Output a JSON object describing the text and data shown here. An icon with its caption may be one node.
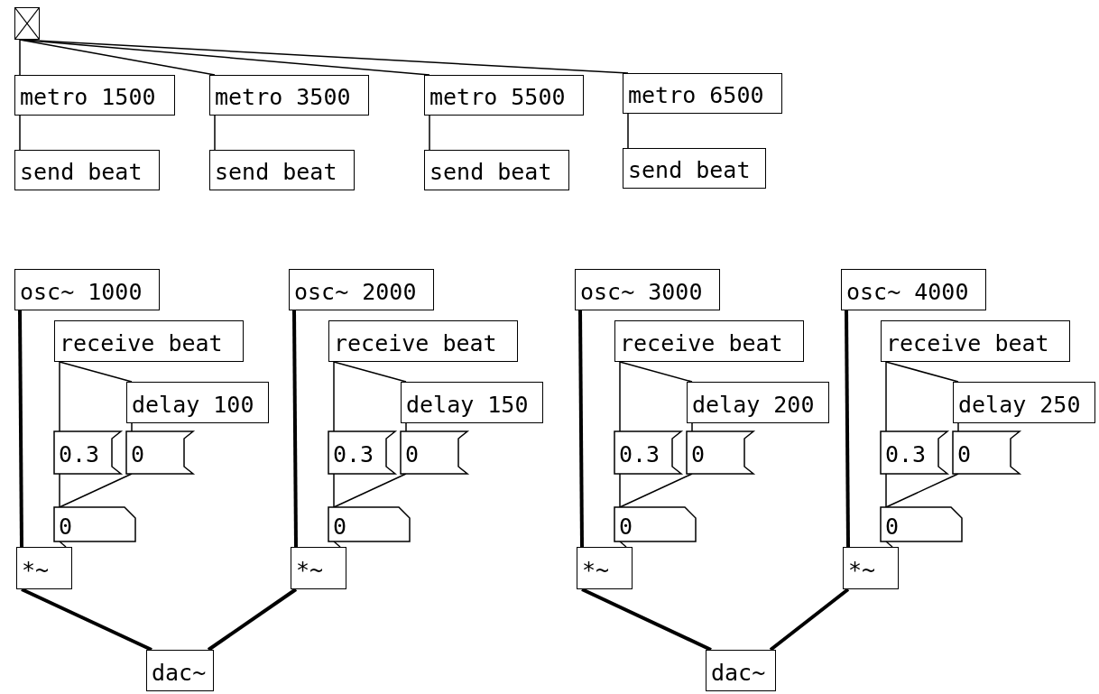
{
  "diagram": {
    "nodes": [
      {
        "text": [],
        "shape": "box"
      },
      {
        "text": [
          "metro 1500"
        ]
      },
      {
        "text": [
          "metro 3500"
        ]
      },
      {
        "text": [
          "metro 5500"
        ]
      },
      {
        "text": [
          "metro 6500"
        ]
      },
      {
        "text": [
          "send beat"
        ]
      },
      {
        "text": [
          "send beat"
        ]
      },
      {
        "text": [
          "send beat"
        ]
      },
      {
        "text": [
          "send beat"
        ]
      },
      {
        "text": [
          "osc~ 1000"
        ]
      },
      {
        "text": [
          "receive beat"
        ]
      },
      {
        "text": [
          "delay 100"
        ]
      },
      {
        "text": [
          "0.3"
        ]
      },
      {
        "text": [
          "0"
        ]
      },
      {
        "text": [
          "0"
        ]
      },
      {
        "text": [
          "*~"
        ]
      },
      {
        "text": [
          "osc~ 2000"
        ]
      },
      {
        "text": [
          "receive beat"
        ]
      },
      {
        "text": [
          "delay 150"
        ]
      },
      {
        "text": [
          "0.3"
        ]
      },
      {
        "text": [
          "0"
        ]
      },
      {
        "text": [
          "0"
        ]
      },
      {
        "text": [
          "*~"
        ]
      },
      {
        "text": [
          "osc~ 3000"
        ]
      },
      {
        "text": [
          "receive beat"
        ]
      },
      {
        "text": [
          "delay 200"
        ]
      },
      {
        "text": [
          "0.3"
        ]
      },
      {
        "text": [
          "0"
        ]
      },
      {
        "text": [
          "0"
        ]
      },
      {
        "text": [
          "*~"
        ]
      },
      {
        "text": [
          "osc~ 4000"
        ]
      },
      {
        "text": [
          "receive beat"
        ]
      },
      {
        "text": [
          "delay 250"
        ]
      },
      {
        "text": [
          "0.3"
        ]
      },
      {
        "text": [
          "0"
        ]
      },
      {
        "text": [
          "0"
        ]
      },
      {
        "text": [
          "*~"
        ]
      },
      {
        "text": [
          "dac~"
        ]
      },
      {
        "text": [
          "dac~"
        ]
      }
    ],
    "edges": [
      {
        "from": 0,
        "to": 1,
        "arrow": "none"
      },
      {
        "from": 0,
        "to": 2,
        "arrow": "none"
      },
      {
        "from": 0,
        "to": 3,
        "arrow": "none"
      },
      {
        "from": 0,
        "to": 4,
        "arrow": "none"
      },
      {
        "from": 1,
        "to": 5,
        "arrow": "none"
      },
      {
        "from": 2,
        "to": 6,
        "arrow": "none"
      },
      {
        "from": 3,
        "to": 7,
        "arrow": "none"
      },
      {
        "from": 4,
        "to": 8,
        "arrow": "none"
      },
      {
        "from": 9,
        "to": 15,
        "arrow": "none",
        "style": "thick"
      },
      {
        "from": 10,
        "to": 12,
        "arrow": "none"
      },
      {
        "from": 10,
        "to": 11,
        "arrow": "none"
      },
      {
        "from": 11,
        "to": 13,
        "arrow": "none"
      },
      {
        "from": 12,
        "to": 14,
        "arrow": "none"
      },
      {
        "from": 13,
        "to": 14,
        "arrow": "none"
      },
      {
        "from": 14,
        "to": 15,
        "arrow": "none"
      },
      {
        "from": 15,
        "to": 37,
        "arrow": "none",
        "style": "thick"
      },
      {
        "from": 16,
        "to": 22,
        "arrow": "none",
        "style": "thick"
      },
      {
        "from": 17,
        "to": 19,
        "arrow": "none"
      },
      {
        "from": 17,
        "to": 18,
        "arrow": "none"
      },
      {
        "from": 18,
        "to": 20,
        "arrow": "none"
      },
      {
        "from": 19,
        "to": 21,
        "arrow": "none"
      },
      {
        "from": 20,
        "to": 21,
        "arrow": "none"
      },
      {
        "from": 21,
        "to": 22,
        "arrow": "none"
      },
      {
        "from": 22,
        "to": 37,
        "arrow": "none",
        "style": "thick"
      },
      {
        "from": 23,
        "to": 29,
        "arrow": "none",
        "style": "thick"
      },
      {
        "from": 24,
        "to": 26,
        "arrow": "none"
      },
      {
        "from": 24,
        "to": 25,
        "arrow": "none"
      },
      {
        "from": 25,
        "to": 27,
        "arrow": "none"
      },
      {
        "from": 26,
        "to": 28,
        "arrow": "none"
      },
      {
        "from": 27,
        "to": 28,
        "arrow": "none"
      },
      {
        "from": 28,
        "to": 29,
        "arrow": "none"
      },
      {
        "from": 29,
        "to": 38,
        "arrow": "none",
        "style": "thick"
      },
      {
        "from": 30,
        "to": 36,
        "arrow": "none",
        "style": "thick"
      },
      {
        "from": 31,
        "to": 33,
        "arrow": "none"
      },
      {
        "from": 31,
        "to": 32,
        "arrow": "none"
      },
      {
        "from": 32,
        "to": 34,
        "arrow": "none"
      },
      {
        "from": 33,
        "to": 35,
        "arrow": "none"
      },
      {
        "from": 34,
        "to": 35,
        "arrow": "none"
      },
      {
        "from": 35,
        "to": 36,
        "arrow": "none"
      },
      {
        "from": 36,
        "to": 38,
        "arrow": "none",
        "style": "thick"
      }
    ]
  }
}
